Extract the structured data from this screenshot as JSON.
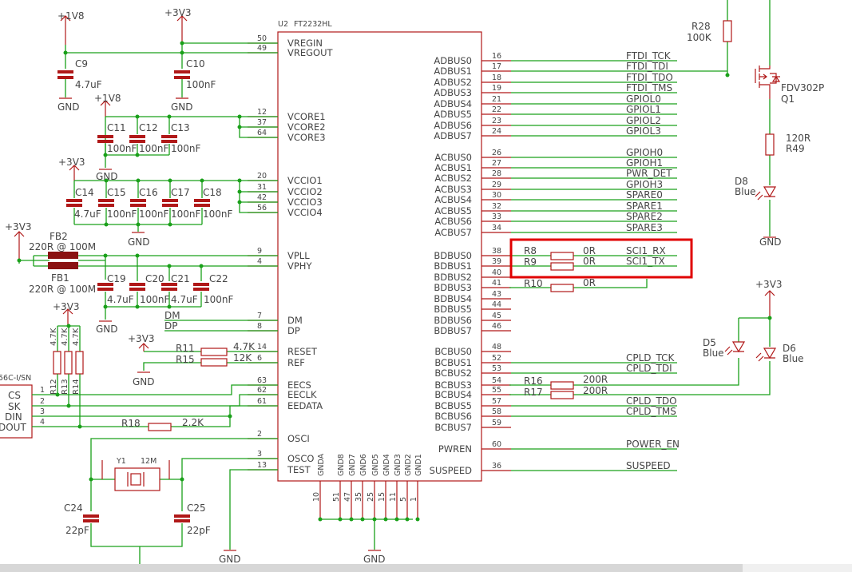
{
  "chip": {
    "ref": "U2",
    "part": "FT2232HL",
    "left_pins": [
      {
        "num": "50",
        "name": "VREGIN"
      },
      {
        "num": "49",
        "name": "VREGOUT"
      },
      {
        "num": "12",
        "name": "VCORE1"
      },
      {
        "num": "37",
        "name": "VCORE2"
      },
      {
        "num": "64",
        "name": "VCORE3"
      },
      {
        "num": "20",
        "name": "VCCIO1"
      },
      {
        "num": "31",
        "name": "VCCIO2"
      },
      {
        "num": "42",
        "name": "VCCIO3"
      },
      {
        "num": "56",
        "name": "VCCIO4"
      },
      {
        "num": "9",
        "name": "VPLL"
      },
      {
        "num": "4",
        "name": "VPHY"
      },
      {
        "num": "7",
        "name": "DM"
      },
      {
        "num": "8",
        "name": "DP"
      },
      {
        "num": "14",
        "name": "RESET"
      },
      {
        "num": "6",
        "name": "REF"
      },
      {
        "num": "63",
        "name": "EECS"
      },
      {
        "num": "62",
        "name": "EECLK"
      },
      {
        "num": "61",
        "name": "EEDATA"
      },
      {
        "num": "2",
        "name": "OSCI"
      },
      {
        "num": "3",
        "name": "OSCO"
      },
      {
        "num": "13",
        "name": "TEST"
      }
    ],
    "right_pins": [
      {
        "num": "16",
        "name": "ADBUS0",
        "net": "FTDI_TCK"
      },
      {
        "num": "17",
        "name": "ADBUS1",
        "net": "FTDI_TDI"
      },
      {
        "num": "18",
        "name": "ADBUS2",
        "net": "FTDI_TDO"
      },
      {
        "num": "19",
        "name": "ADBUS3",
        "net": "FTDI_TMS"
      },
      {
        "num": "21",
        "name": "ADBUS4",
        "net": "GPIOL0"
      },
      {
        "num": "22",
        "name": "ADBUS5",
        "net": "GPIOL1"
      },
      {
        "num": "23",
        "name": "ADBUS6",
        "net": "GPIOL2"
      },
      {
        "num": "24",
        "name": "ADBUS7",
        "net": "GPIOL3"
      },
      {
        "num": "26",
        "name": "ACBUS0",
        "net": "GPIOH0"
      },
      {
        "num": "27",
        "name": "ACBUS1",
        "net": "GPIOH1"
      },
      {
        "num": "28",
        "name": "ACBUS2",
        "net": "PWR_DET"
      },
      {
        "num": "29",
        "name": "ACBUS3",
        "net": "GPIOH3"
      },
      {
        "num": "30",
        "name": "ACBUS4",
        "net": "SPARE0"
      },
      {
        "num": "32",
        "name": "ACBUS5",
        "net": "SPARE1"
      },
      {
        "num": "33",
        "name": "ACBUS6",
        "net": "SPARE2"
      },
      {
        "num": "34",
        "name": "ACBUS7",
        "net": "SPARE3"
      },
      {
        "num": "38",
        "name": "BDBUS0",
        "net": "SCI1_RX"
      },
      {
        "num": "39",
        "name": "BDBUS1",
        "net": "SCI1_TX"
      },
      {
        "num": "40",
        "name": "BDBUS2",
        "net": ""
      },
      {
        "num": "41",
        "name": "BDBUS3",
        "net": ""
      },
      {
        "num": "43",
        "name": "BDBUS4",
        "net": ""
      },
      {
        "num": "44",
        "name": "BDBUS5",
        "net": ""
      },
      {
        "num": "45",
        "name": "BDBUS6",
        "net": ""
      },
      {
        "num": "46",
        "name": "BDBUS7",
        "net": ""
      },
      {
        "num": "48",
        "name": "BCBUS0",
        "net": ""
      },
      {
        "num": "52",
        "name": "BCBUS1",
        "net": "CPLD_TCK"
      },
      {
        "num": "53",
        "name": "BCBUS2",
        "net": "CPLD_TDI"
      },
      {
        "num": "54",
        "name": "BCBUS3",
        "net": ""
      },
      {
        "num": "55",
        "name": "BCBUS4",
        "net": ""
      },
      {
        "num": "57",
        "name": "BCBUS5",
        "net": "CPLD_TDO"
      },
      {
        "num": "58",
        "name": "BCBUS6",
        "net": "CPLD_TMS"
      },
      {
        "num": "59",
        "name": "BCBUS7",
        "net": ""
      },
      {
        "num": "60",
        "name": "PWREN",
        "net": "POWER_EN"
      },
      {
        "num": "36",
        "name": "SUSPEED",
        "net": "SUSPEED"
      }
    ],
    "bottom_pins": [
      {
        "num": "10",
        "name": "GNDA"
      },
      {
        "num": "51",
        "name": "GND8"
      },
      {
        "num": "47",
        "name": "GND7"
      },
      {
        "num": "35",
        "name": "GND6"
      },
      {
        "num": "25",
        "name": "GND5"
      },
      {
        "num": "15",
        "name": "GND4"
      },
      {
        "num": "11",
        "name": "GND3"
      },
      {
        "num": "5",
        "name": "GND2"
      },
      {
        "num": "1",
        "name": "GND1"
      }
    ]
  },
  "power": {
    "v1v8": "+1V8",
    "v3v3": "+3V3",
    "gnd": "GND"
  },
  "caps": [
    {
      "ref": "C9",
      "value": "4.7uF"
    },
    {
      "ref": "C10",
      "value": "100nF"
    },
    {
      "ref": "C11",
      "value": "100nF"
    },
    {
      "ref": "C12",
      "value": "100nF"
    },
    {
      "ref": "C13",
      "value": "100nF"
    },
    {
      "ref": "C14",
      "value": "4.7uF"
    },
    {
      "ref": "C15",
      "value": "100nF"
    },
    {
      "ref": "C16",
      "value": "100nF"
    },
    {
      "ref": "C17",
      "value": "100nF"
    },
    {
      "ref": "C18",
      "value": "100nF"
    },
    {
      "ref": "C19",
      "value": "4.7uF"
    },
    {
      "ref": "C20",
      "value": "100nF"
    },
    {
      "ref": "C21",
      "value": "4.7uF"
    },
    {
      "ref": "C22",
      "value": "100nF"
    },
    {
      "ref": "C24",
      "value": "22pF"
    },
    {
      "ref": "C25",
      "value": "22pF"
    }
  ],
  "ferrites": [
    {
      "ref": "FB2",
      "value": "220R @ 100M"
    },
    {
      "ref": "FB1",
      "value": "220R @ 100M"
    }
  ],
  "resistors": {
    "r11": {
      "ref": "R11",
      "value": "4.7K"
    },
    "r15": {
      "ref": "R15",
      "value": "12K"
    },
    "r18": {
      "ref": "R18",
      "value": "2.2K"
    },
    "r8": {
      "ref": "R8",
      "value": "0R"
    },
    "r9": {
      "ref": "R9",
      "value": "0R"
    },
    "r10": {
      "ref": "R10",
      "value": "0R"
    },
    "r16": {
      "ref": "R16",
      "value": "200R"
    },
    "r17": {
      "ref": "R17",
      "value": "200R"
    },
    "r28": {
      "ref": "R28",
      "value": "100K"
    },
    "r49": {
      "ref": "R49",
      "value": "120R"
    },
    "r12": {
      "ref": "R12",
      "value": "4.7K"
    },
    "r13": {
      "ref": "R13",
      "value": "4.7K"
    },
    "r14": {
      "ref": "R14",
      "value": "4.7K"
    }
  },
  "crystal": {
    "ref": "Y1",
    "value": "12M"
  },
  "mosfet": {
    "ref": "Q1",
    "part": "FDV302P"
  },
  "leds": {
    "d8": {
      "ref": "D8",
      "color": "Blue"
    },
    "d5": {
      "ref": "D5",
      "color": "Blue"
    },
    "d6": {
      "ref": "D6",
      "color": "Blue"
    }
  },
  "eeprom": {
    "label": "56C-I/SN",
    "pins": [
      "CS",
      "SK",
      "DIN",
      "DOUT"
    ],
    "nums": [
      "1",
      "2",
      "3",
      "4"
    ]
  },
  "usb_nets": {
    "dm": "DM",
    "dp": "DP"
  },
  "highlight_color": "#e00000"
}
